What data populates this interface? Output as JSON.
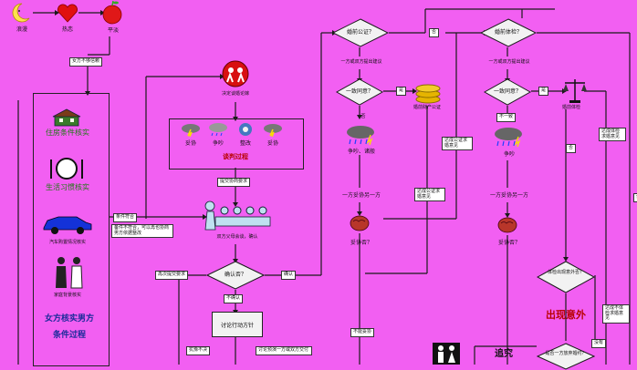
{
  "top_flow": {
    "step1": "浪漫",
    "step2": "热恋",
    "step3": "平淡",
    "trigger": "女方不够信赖"
  },
  "left_panel": {
    "items": [
      "住房条件核实",
      "生活习惯核实",
      "汽车购置情况核实",
      "家庭背景核实"
    ],
    "title_line1": "女方核实男方",
    "title_line2": "条件过程"
  },
  "negotiation": {
    "decision_label": "决定谈婚论嫁",
    "title": "谈判过程",
    "items": [
      "妥协",
      "争吵",
      "整改",
      "妥协"
    ],
    "submit_label": "提交协商要求",
    "meeting_label": "双方父母会谈，确认",
    "conditions_met_label": "条件符合",
    "conditions_fail_label": "备件不符合，可以再也协商男方依据整改"
  },
  "confirm": {
    "decision": "确认否？",
    "no_label": "不确认",
    "yes_label": "确认",
    "resubmit_label": "再次提交要求",
    "discuss_box": "讨论行动方针",
    "cant_agree": "犹豫不决",
    "rehearse": "讨论预演一方或双方交付"
  },
  "marriage_cert": {
    "decision": "婚前公证？",
    "suggestion": "一方或双方提出建议",
    "agree_decision": "一致同意？",
    "yes": "是",
    "assets_label": "婚前财产公证",
    "no_consensus": "否",
    "argue": "争吵、诸般",
    "compromise_one": "一方妥协另一方",
    "compromise_q": "妥协否？",
    "not_compromise": "不能妥协",
    "evidence_one": "达成公证求婚意见",
    "evidence_two": "达成公证求婚意见",
    "no_side": "否"
  },
  "medical": {
    "decision": "婚前体检？",
    "suggestion": "一方或双方提出建议",
    "agree_decision": "一致同意？",
    "yes": "是",
    "exam_label": "婚前体检",
    "disagree": "不一致",
    "argue": "争吵",
    "compromise_one": "一方妥协另一方",
    "compromise_q": "妥协否？",
    "evidence": "达成体检求婚意见",
    "result_decision": "体检出现意外否？",
    "accident": "出现意外",
    "consensus_label": "达成不体检求婚意见",
    "no": "否",
    "no2": "没有",
    "pursue_decision": "是否一方放弃婚约？",
    "pursue": "追究",
    "right_edge": "否"
  },
  "colors": {
    "background": "#f25ff2",
    "diamond_fill": "#f2f2f2",
    "line": "#1a1a1a",
    "red": "#d81010",
    "gold": "#e5b400",
    "blue_car": "#1432d8"
  }
}
